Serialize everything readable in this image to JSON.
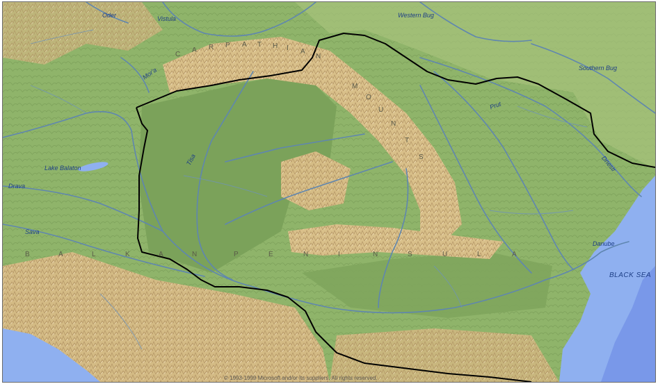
{
  "map": {
    "labels": {
      "oder": "Oder",
      "vistula": "Vistula",
      "western_bug": "Western Bug",
      "southern_bug": "Southern Bug",
      "morava": "Mor'a",
      "prut": "Prut",
      "tisa": "Tisa",
      "dnestr": "Dnestr",
      "lake_balaton": "Lake Balaton",
      "drava": "Drava",
      "sava": "Sava",
      "danube": "Danube",
      "black_sea": "BLACK SEA"
    },
    "region_letters": {
      "carpathian": [
        "C",
        "A",
        "R",
        "P",
        "A",
        "T",
        "H",
        "I",
        "A",
        "N",
        "M",
        "O",
        "U",
        "N",
        "T",
        "S"
      ],
      "balkan_peninsula": [
        "B",
        "A",
        "L",
        "K",
        "A",
        "N",
        "P",
        "E",
        "N",
        "I",
        "N",
        "S",
        "U",
        "L",
        "A"
      ]
    },
    "copyright": "© 1993-1999 Microsoft and/or its suppliers. All rights reserved.",
    "colors": {
      "lowland": "#8fb46a",
      "basin": "#7ba25a",
      "mountain": "#d9c08a",
      "mountain_shade": "#b99762",
      "water": "#8fb0f0",
      "deep_water": "#6f8fe6",
      "river": "#5f86b0",
      "border": "#000000"
    }
  }
}
